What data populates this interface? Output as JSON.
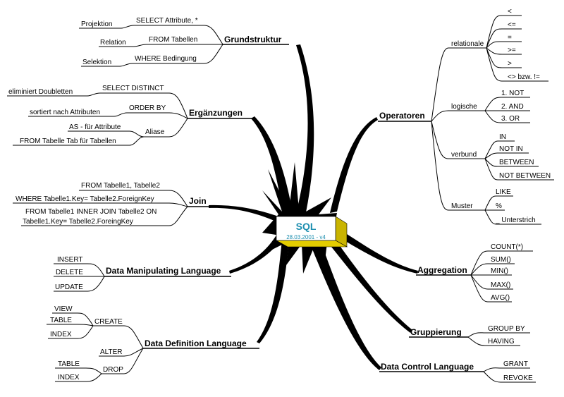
{
  "center": {
    "title": "SQL",
    "subtitle": "28.03.2001 - v4"
  },
  "branches": {
    "grundstruktur": {
      "label": "Grundstruktur",
      "items": [
        {
          "label": "SELECT Attribute, *",
          "note": "Projektion"
        },
        {
          "label": "FROM Tabellen",
          "note": "Relation"
        },
        {
          "label": "WHERE Bedingung",
          "note": "Selektion"
        }
      ]
    },
    "ergaenzungen": {
      "label": "Ergänzungen",
      "items": [
        {
          "label": "SELECT DISTINCT",
          "note": "eliminiert Doubletten"
        },
        {
          "label": "ORDER BY",
          "note": "sortiert nach Attributen"
        },
        {
          "label": "Aliase",
          "subs": [
            "AS - für Attribute",
            "FROM Tabelle Tab für Tabellen"
          ]
        }
      ]
    },
    "join": {
      "label": "Join",
      "items": [
        "FROM Tabelle1, Tabelle2",
        "WHERE Tabelle1.Key= Tabelle2.ForeignKey",
        "FROM Tabelle1 INNER JOIN Tabelle2 ON",
        "Tabelle1.Key= Tabelle2.ForeingKey"
      ]
    },
    "dml": {
      "label": "Data Manipulating Language",
      "items": [
        "INSERT",
        "DELETE",
        "UPDATE"
      ]
    },
    "ddl": {
      "label": "Data Definition Language",
      "create": {
        "label": "CREATE",
        "items": [
          "VIEW",
          "TABLE",
          "INDEX"
        ]
      },
      "alter": {
        "label": "ALTER"
      },
      "drop": {
        "label": "DROP",
        "items": [
          "TABLE",
          "INDEX"
        ]
      }
    },
    "operatoren": {
      "label": "Operatoren",
      "relational": {
        "label": "relationale",
        "items": [
          "<",
          "<=",
          "=",
          ">=",
          ">",
          "<> bzw. !="
        ]
      },
      "logische": {
        "label": "logische",
        "items": [
          "1. NOT",
          "2. AND",
          "3. OR"
        ]
      },
      "verbund": {
        "label": "verbund",
        "items": [
          "IN",
          "NOT IN",
          "BETWEEN",
          "NOT BETWEEN"
        ]
      },
      "muster": {
        "label": "Muster",
        "items": [
          "LIKE",
          "%",
          "_ Unterstrich"
        ]
      }
    },
    "aggregation": {
      "label": "Aggregation",
      "items": [
        "COUNT(*)",
        "SUM()",
        "MIN()",
        "MAX()",
        "AVG()"
      ]
    },
    "gruppierung": {
      "label": "Gruppierung",
      "items": [
        "GROUP BY",
        "HAVING"
      ]
    },
    "dcl": {
      "label": "Data Control Language",
      "items": [
        "GRANT",
        "REVOKE"
      ]
    }
  }
}
